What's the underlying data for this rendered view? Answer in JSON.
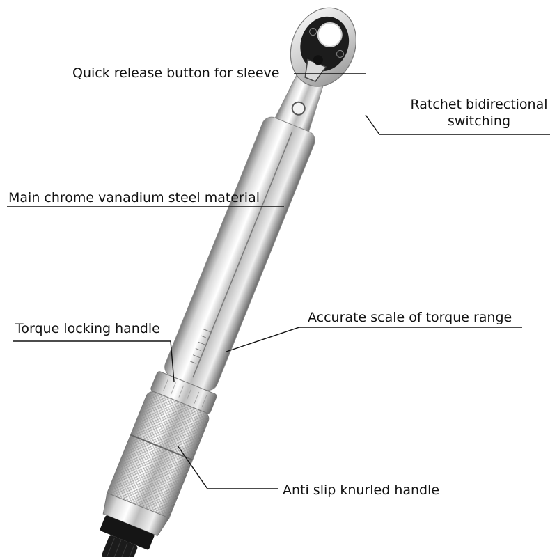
{
  "labels": {
    "quick_release": "Quick release button for sleeve",
    "ratchet_line1": "Ratchet bidirectional",
    "ratchet_line2": "switching",
    "main_material": "Main chrome vanadium steel material",
    "accurate_scale": "Accurate scale of torque range",
    "torque_locking": "Torque locking handle",
    "anti_slip": "Anti slip knurled handle"
  },
  "colors": {
    "chrome_light": "#f4f4f4",
    "chrome_mid": "#c9c9c9",
    "chrome_dark": "#6e6e6e",
    "cap_black": "#151515",
    "leader_line": "#111111"
  }
}
